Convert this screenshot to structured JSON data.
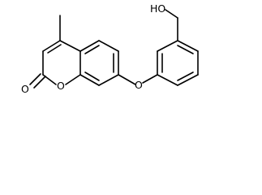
{
  "molecule": {
    "atom_labels": {
      "hydroxyl": "HO",
      "lactone_ring_oxygen": "O",
      "carbonyl_oxygen": "O",
      "ether_oxygen": "O"
    },
    "substituents": {
      "methyl_group": "methyl",
      "hydroxymethyl_group": "hydroxymethyl"
    },
    "bond_color": "#000000",
    "background_color": "#ffffff"
  }
}
